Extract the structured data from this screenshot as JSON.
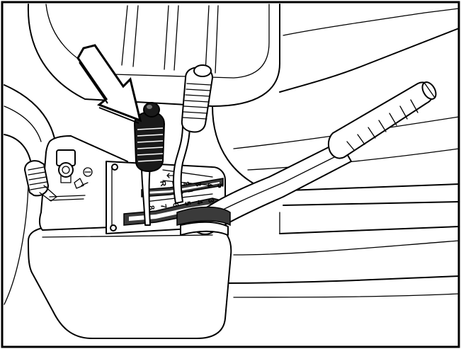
{
  "gear_gate": {
    "upper_row": [
      "R",
      "1",
      "2",
      "3",
      "4",
      "5"
    ],
    "lower_row": [
      "8",
      "7",
      "6",
      "5",
      "4",
      "3"
    ]
  }
}
